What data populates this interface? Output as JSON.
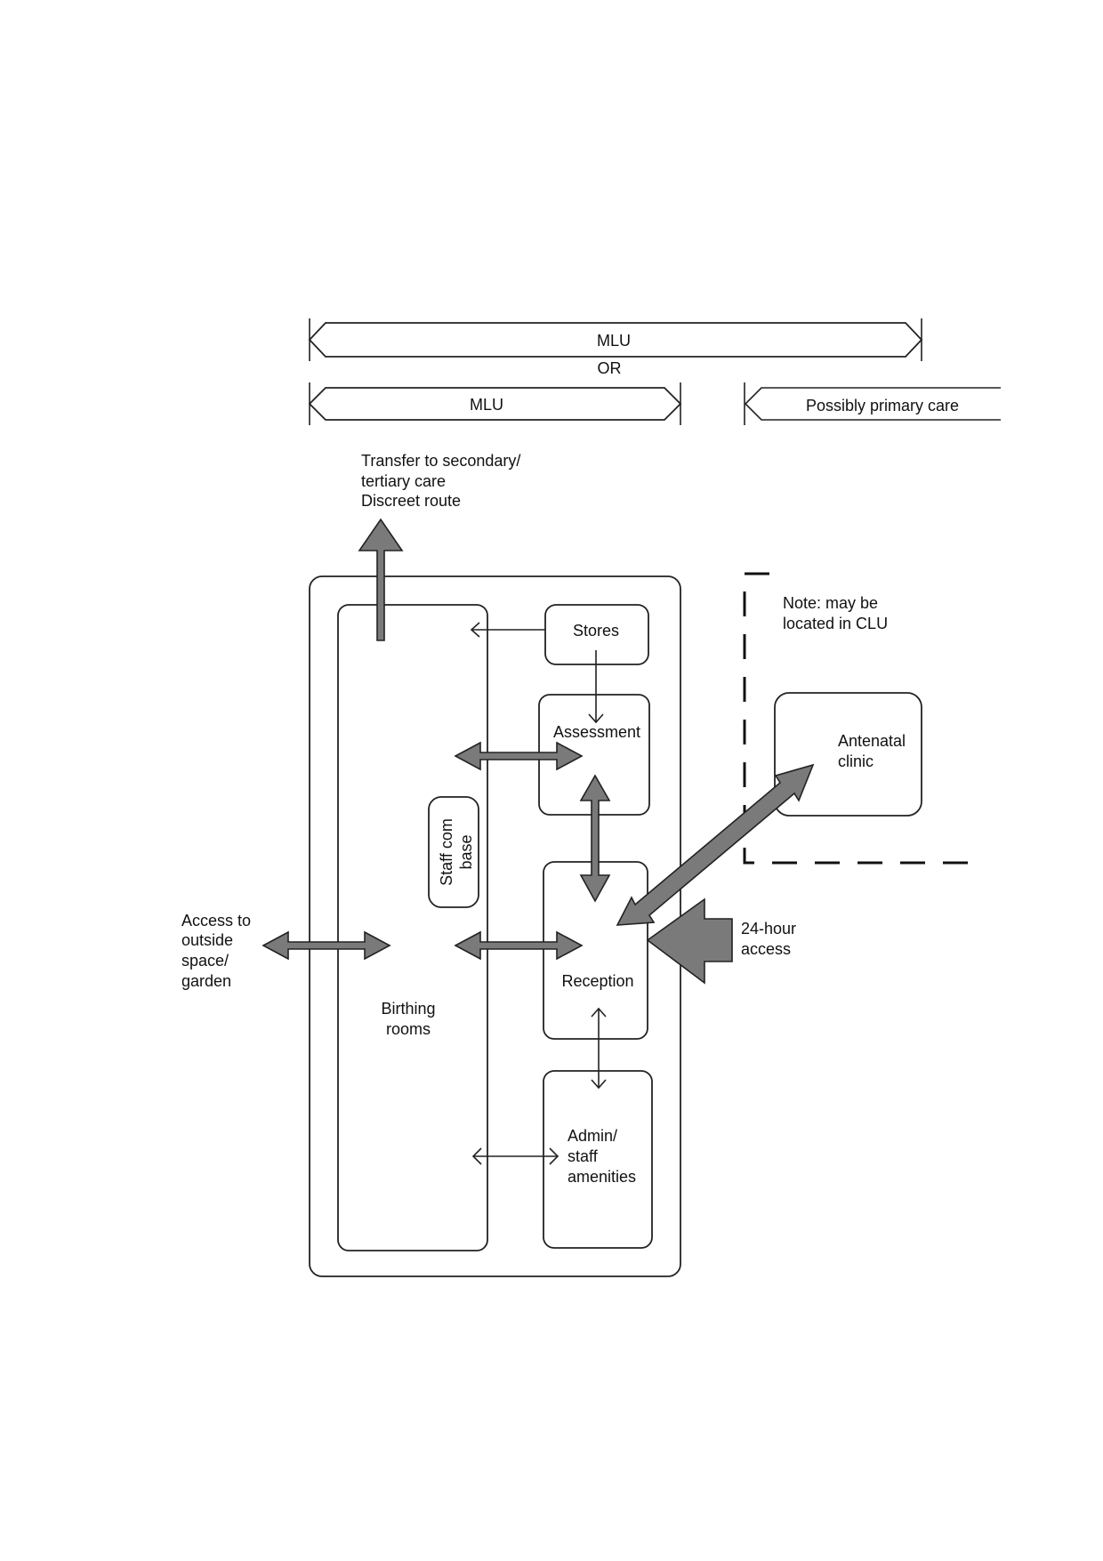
{
  "scope_bars": {
    "top_label": "MLU",
    "or_label": "OR",
    "left_label": "MLU",
    "right_label": "Possibly primary care"
  },
  "transfer_label": [
    "Transfer to secondary/",
    "tertiary care",
    "Discreet route"
  ],
  "rooms": {
    "stores": "Stores",
    "assessment": "Assessment",
    "staff_base": [
      "Staff com",
      "base"
    ],
    "reception": "Reception",
    "admin": [
      "Admin/",
      "staff",
      "amenities"
    ],
    "birthing": [
      "Birthing",
      "rooms"
    ],
    "antenatal": [
      "Antenatal",
      "clinic"
    ]
  },
  "note": [
    "Note: may be",
    "located in CLU"
  ],
  "outside_access": [
    "Access to",
    "outside",
    "space/",
    "garden"
  ],
  "access_24h": [
    "24-hour",
    "access"
  ],
  "colors": {
    "arrow_fill": "#7a7a7a",
    "stroke": "#222222"
  }
}
